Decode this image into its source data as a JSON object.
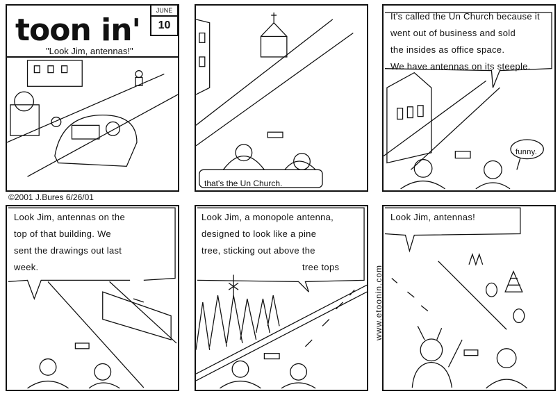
{
  "strip": {
    "title": "toon in'",
    "subtitle": "\"Look Jim, antennas!\"",
    "month": "JUNE",
    "day": "10",
    "copyright": "©2001 J.Bures 6/26/01",
    "website": "www.etoonin.com"
  },
  "panels": [
    {
      "id": 1,
      "text": ""
    },
    {
      "id": 2,
      "caption": "that's the Un Church."
    },
    {
      "id": 3,
      "lines": [
        "It's called the Un Church because it",
        "went out of business and sold",
        "the insides as office space.",
        "We have antennas on its steeple."
      ],
      "reply": "funny."
    },
    {
      "id": 4,
      "lines": [
        "Look Jim, antennas on the",
        "top of that building. We",
        "sent the drawings out last",
        "week."
      ]
    },
    {
      "id": 5,
      "lines": [
        "Look Jim, a monopole antenna,",
        "designed to look like a pine",
        "tree, sticking out above the",
        "tree tops"
      ]
    },
    {
      "id": 6,
      "lines": [
        "Look Jim, antennas!"
      ]
    }
  ]
}
